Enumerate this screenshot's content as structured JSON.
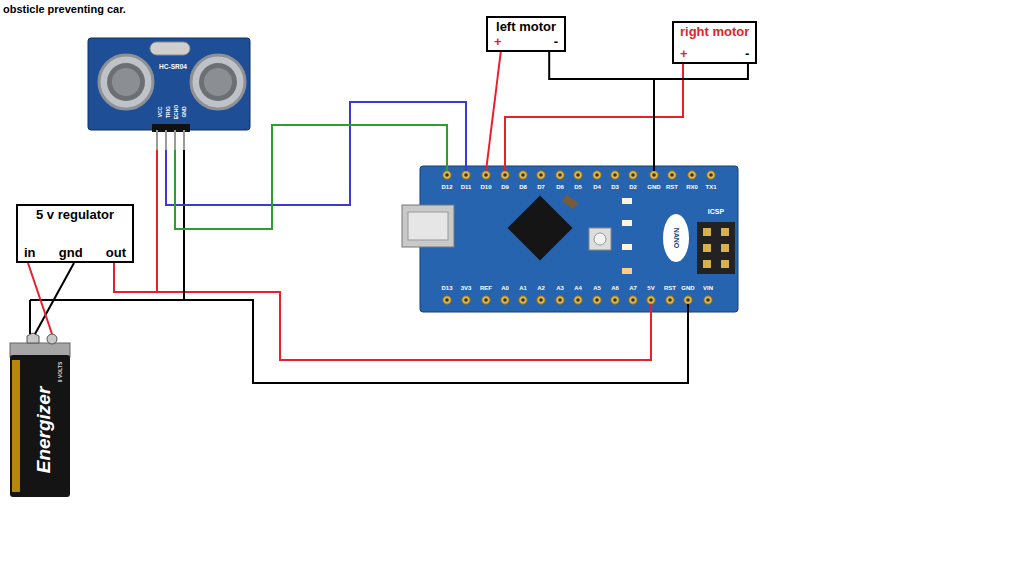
{
  "diagram": {
    "title": "obsticle preventing car.",
    "nodes": [
      {
        "text": [
          "left motor",
          "+",
          "-"
        ]
      },
      {
        "text": [
          "right motor",
          "+",
          "-"
        ]
      },
      {
        "text": [
          "5 v regulator",
          "in",
          "gnd",
          "out"
        ]
      }
    ],
    "edges": [
      {
        "from": 0,
        "to": 1,
        "arrow": "none"
      }
    ],
    "labels": [
      "HC-SR04",
      "VCC",
      "TRIG",
      "ECHO",
      "GND",
      "D12",
      "D11",
      "D10",
      "D9",
      "D8",
      "D7",
      "D6",
      "D5",
      "D4",
      "D3",
      "D2",
      "GND",
      "RST",
      "RX0",
      "TX1",
      "D13",
      "3V3",
      "REF",
      "A0",
      "A1",
      "A2",
      "A3",
      "A4",
      "A5",
      "A6",
      "A7",
      "5V",
      "RST",
      "GND",
      "VIN",
      "ICSP",
      "NANO",
      "Energizer",
      "9 VOLTS"
    ]
  }
}
